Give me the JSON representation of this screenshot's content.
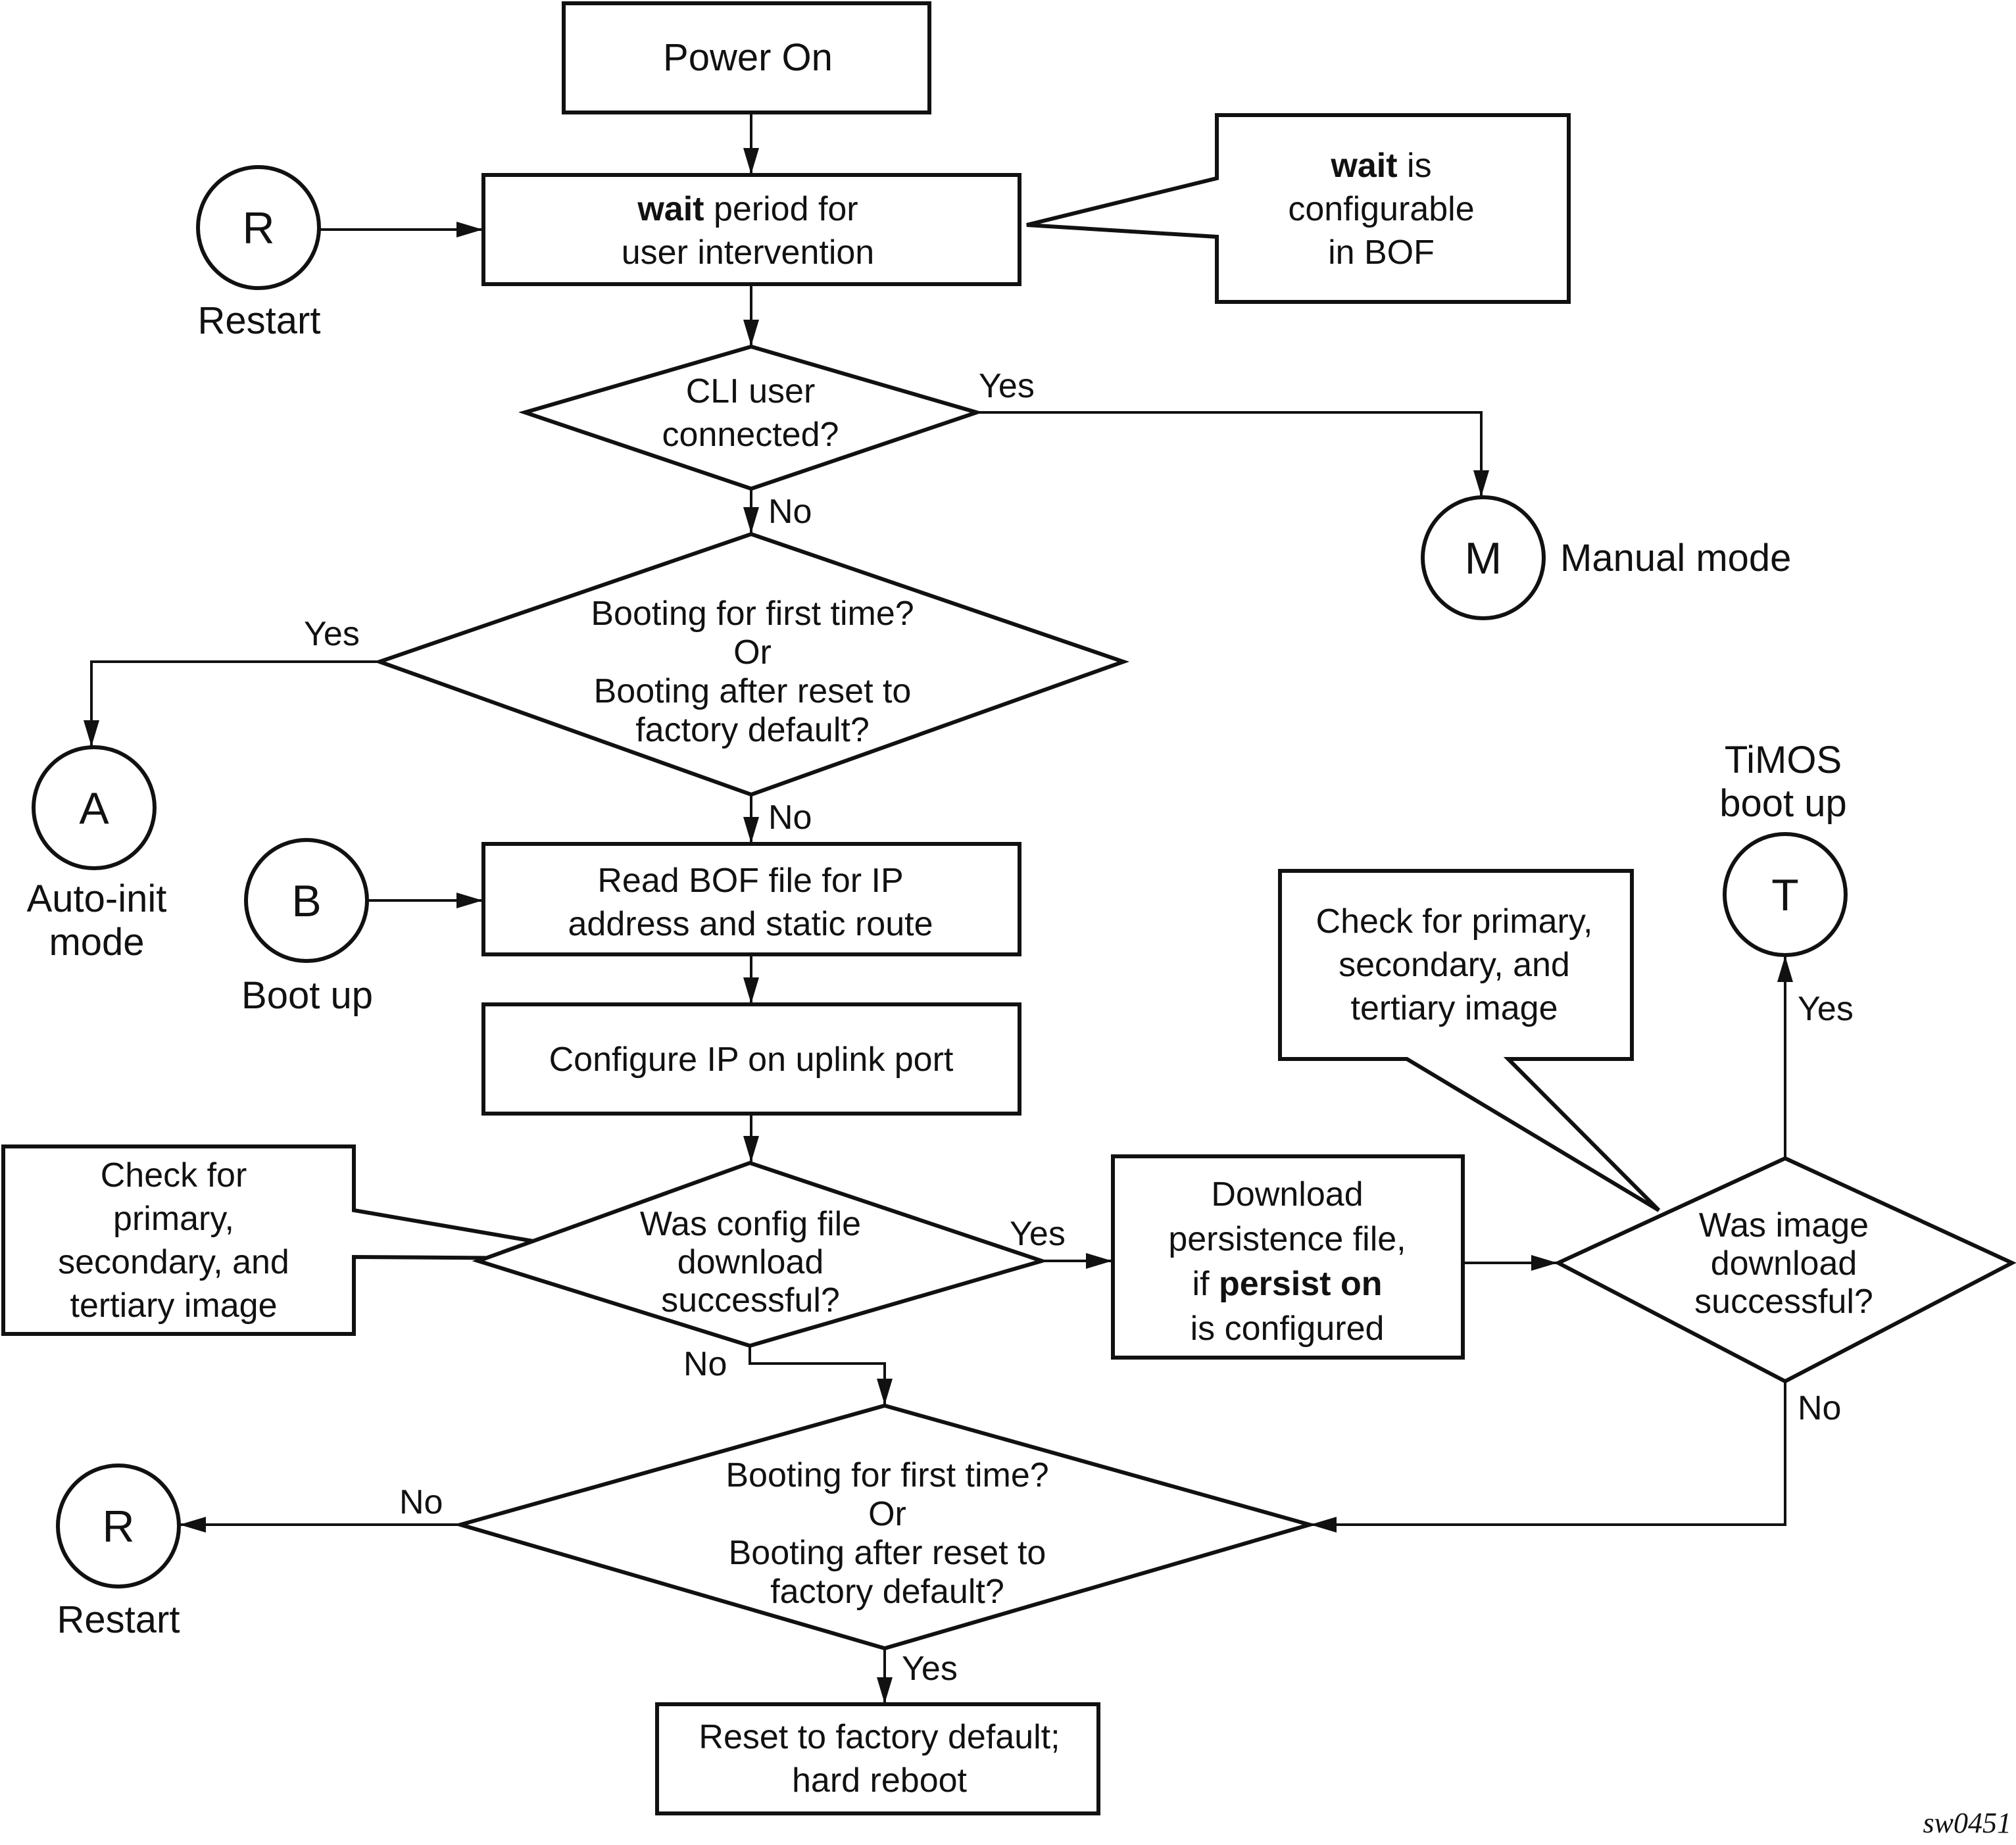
{
  "nodes": {
    "power_on": [
      "Power On"
    ],
    "wait_box": [
      [
        {
          "t": "wait",
          "b": true
        },
        {
          "t": " period for"
        }
      ],
      [
        {
          "t": "user intervention"
        }
      ]
    ],
    "wait_note": [
      [
        {
          "t": "wait",
          "b": true
        },
        {
          "t": " is"
        }
      ],
      [
        {
          "t": "configurable"
        }
      ],
      [
        {
          "t": "in BOF"
        }
      ]
    ],
    "cli_decision": [
      "CLI user",
      "connected?"
    ],
    "first_boot_decision_1": [
      "Booting for first time?",
      "Or",
      "Booting after reset to",
      "factory default?"
    ],
    "read_bof": [
      "Read BOF file for IP",
      "address and static route"
    ],
    "configure_ip": [
      "Configure IP on uplink port"
    ],
    "config_note": [
      "Check for",
      "primary,",
      "secondary, and",
      "tertiary image"
    ],
    "config_decision": [
      "Was config file",
      "download",
      "successful?"
    ],
    "download_box": [
      [
        {
          "t": "Download"
        }
      ],
      [
        {
          "t": "persistence file,"
        }
      ],
      [
        {
          "t": "if "
        },
        {
          "t": "persist on",
          "b": true
        }
      ],
      [
        {
          "t": "is configured"
        }
      ]
    ],
    "image_note": [
      "Check for primary,",
      "secondary, and",
      "tertiary image"
    ],
    "image_decision": [
      "Was image",
      "download",
      "successful?"
    ],
    "first_boot_decision_2": [
      "Booting for first time?",
      "Or",
      "Booting after reset to",
      "factory default?"
    ],
    "reset_box": [
      "Reset to factory default;",
      "hard reboot"
    ]
  },
  "connectors": {
    "restart_top": {
      "letter": "R",
      "label": [
        "Restart"
      ]
    },
    "manual": {
      "letter": "M",
      "label": [
        "Manual mode"
      ]
    },
    "autoinit": {
      "letter": "A",
      "label": [
        "Auto-init",
        "mode"
      ]
    },
    "bootup": {
      "letter": "B",
      "label": [
        "Boot up"
      ]
    },
    "timos": {
      "letter": "T",
      "label": [
        "TiMOS",
        "boot up"
      ]
    },
    "restart_bottom": {
      "letter": "R",
      "label": [
        "Restart"
      ]
    }
  },
  "edge_labels": {
    "cli_yes": "Yes",
    "cli_no": "No",
    "first1_yes": "Yes",
    "first1_no": "No",
    "config_yes": "Yes",
    "config_no": "No",
    "image_yes": "Yes",
    "image_no": "No",
    "first2_no": "No",
    "first2_yes": "Yes"
  },
  "figure_id": "sw0451"
}
